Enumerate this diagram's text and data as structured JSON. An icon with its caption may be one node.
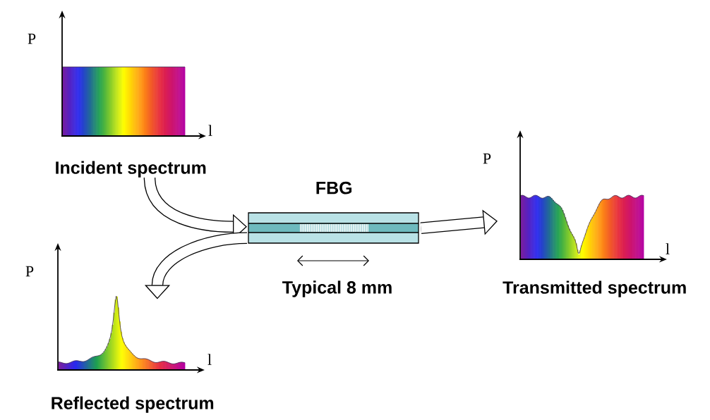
{
  "diagram": {
    "nodes": [
      {
        "text": [
          "Incident spectrum"
        ]
      },
      {
        "text": [
          "FBG"
        ]
      },
      {
        "text": [
          "Transmitted spectrum"
        ]
      },
      {
        "text": [
          "Reflected spectrum"
        ]
      }
    ],
    "edges": [
      {
        "from": 0,
        "to": 1,
        "arrow": "to"
      },
      {
        "from": 1,
        "to": 3,
        "arrow": "to"
      },
      {
        "from": 1,
        "to": 2,
        "arrow": "to"
      }
    ],
    "labels": [
      "P",
      "l",
      "P",
      "l",
      "P",
      "l",
      "Typical 8 mm"
    ]
  }
}
